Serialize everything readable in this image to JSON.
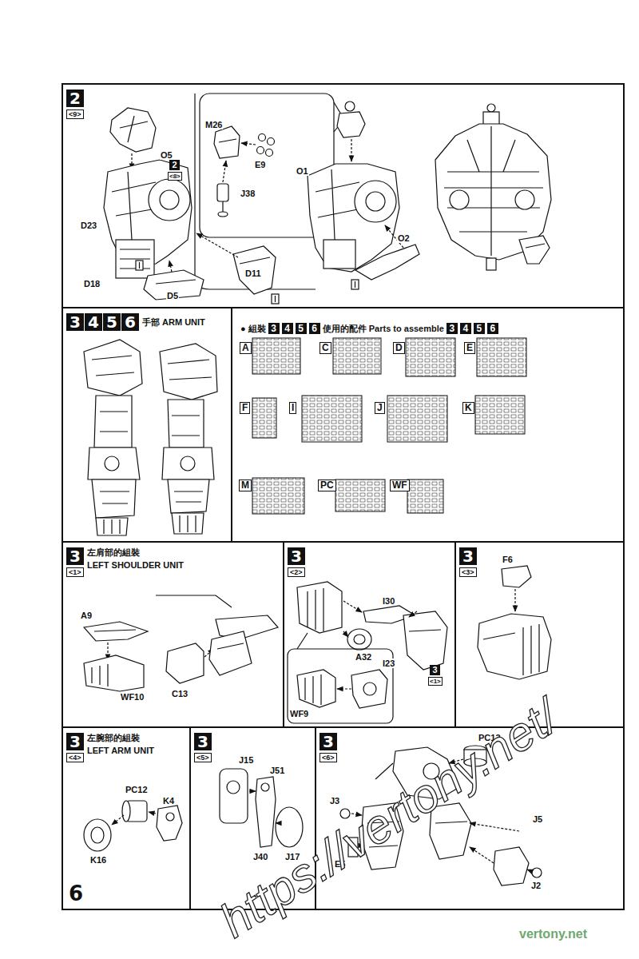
{
  "diagram": {
    "nodes": [
      {
        "text": [
          "2",
          "<9>"
        ]
      },
      {
        "text": [
          "3",
          "4",
          "5",
          "6",
          "手部 ARM UNIT"
        ]
      },
      {
        "text": [
          "● 組裝",
          "3",
          "4",
          "5",
          "6",
          "使用的配件 Parts to assemble",
          "3",
          "4",
          "5",
          "6"
        ]
      },
      {
        "text": [
          "3",
          "<1>",
          "左肩部的組裝",
          "LEFT SHOULDER UNIT"
        ]
      },
      {
        "text": [
          "3",
          "<2>"
        ]
      },
      {
        "text": [
          "3",
          "<3>"
        ]
      },
      {
        "text": [
          "3",
          "<4>",
          "左腕部的組裝",
          "LEFT ARM UNIT"
        ]
      },
      {
        "text": [
          "3",
          "<5>"
        ]
      },
      {
        "text": [
          "3",
          "<6>"
        ]
      }
    ],
    "labels": [
      "O5",
      "2",
      "<8>",
      "D23",
      "D18",
      "D5",
      "D11",
      "M26",
      "E9",
      "J38",
      "O1",
      "O2",
      "A",
      "C",
      "D",
      "E",
      "F",
      "I",
      "J",
      "K",
      "M",
      "PC",
      "WF",
      "A9",
      "WF10",
      "C13",
      "I30",
      "A32",
      "I23",
      "WF9",
      "3",
      "<1>",
      "F6",
      "PC12",
      "K4",
      "K16",
      "J15",
      "J51",
      "J40",
      "J17",
      "PC13",
      "J3",
      "E5",
      "J5",
      "J2",
      "6",
      "https://vertony.net/",
      "vertony.net"
    ]
  }
}
